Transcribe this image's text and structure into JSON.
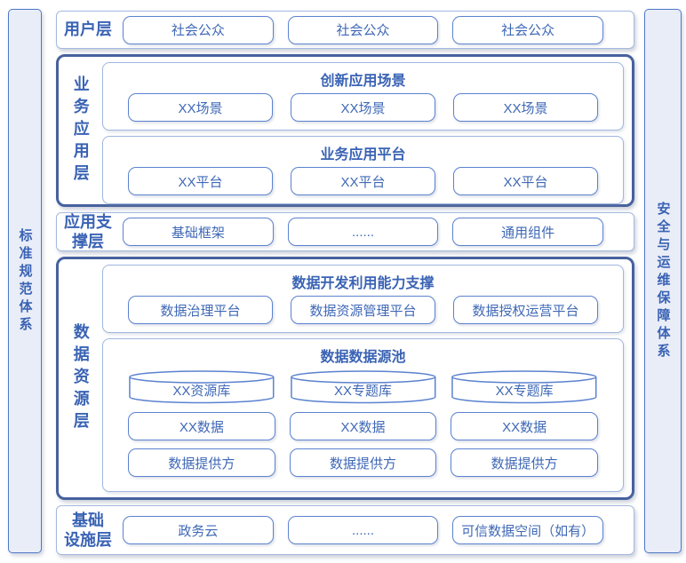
{
  "colors": {
    "dark_border": "#46619E",
    "light_border": "#A4B9DF",
    "panel_border": "#9FB6DF",
    "box_border": "#5B82CF",
    "text": "#3F68B6",
    "label": "#3A63B4",
    "sidebar_bg": "#E9EDF8",
    "sidebar_border": "#4D77C7"
  },
  "left_bar": {
    "label": "标准规范体系"
  },
  "right_bar": {
    "label": "安全与运维保障体系"
  },
  "layers": {
    "user": {
      "label": "用户层",
      "boxes": [
        "社会公众",
        "社会公众",
        "社会公众"
      ]
    },
    "business": {
      "label": "业务应用层",
      "panels": [
        {
          "title": "创新应用场景",
          "boxes": [
            "XX场景",
            "XX场景",
            "XX场景"
          ]
        },
        {
          "title": "业务应用平台",
          "boxes": [
            "XX平台",
            "XX平台",
            "XX平台"
          ]
        }
      ]
    },
    "support": {
      "label": "应用支\n撑层",
      "boxes": [
        "基础框架",
        "......",
        "通用组件"
      ]
    },
    "data": {
      "label": "数据资源层",
      "panels": [
        {
          "title": "数据开发利用能力支撑",
          "boxes": [
            "数据治理平台",
            "数据资源管理平台",
            "数据授权运营平台"
          ]
        },
        {
          "title": "数据数据源池",
          "cylinders": [
            "XX资源库",
            "XX专题库",
            "XX专题库"
          ],
          "data_boxes": [
            "XX数据",
            "XX数据",
            "XX数据"
          ],
          "provider_boxes": [
            "数据提供方",
            "数据提供方",
            "数据提供方"
          ]
        }
      ]
    },
    "infra": {
      "label": "基础\n设施层",
      "boxes": [
        "政务云",
        "......",
        "可信数据空间（如有）"
      ]
    }
  }
}
